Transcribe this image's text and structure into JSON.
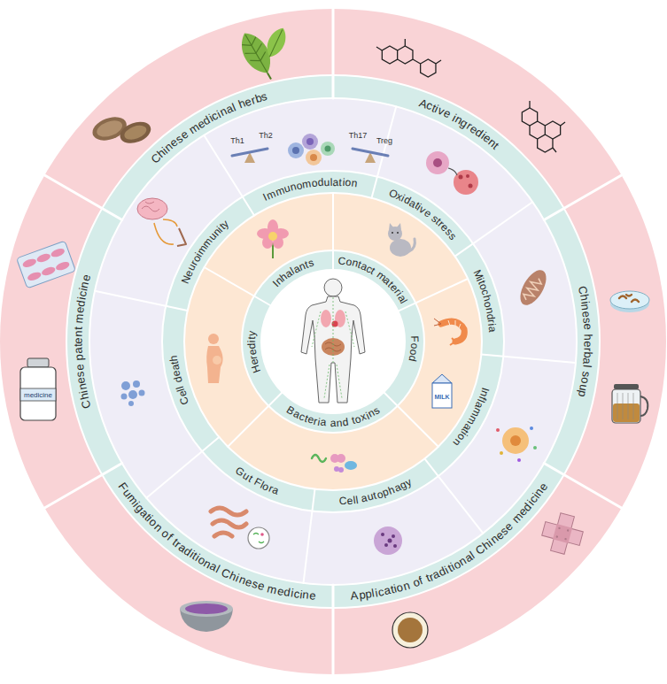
{
  "diagram": {
    "nodes": [
      {
        "text": [
          "Chinese medicinal herbs"
        ]
      },
      {
        "text": [
          "Active ingredient"
        ]
      },
      {
        "text": [
          "Chinese herbal soup"
        ]
      },
      {
        "text": [
          "Application of traditional Chinese medicine"
        ]
      },
      {
        "text": [
          "Fumigation of traditional Chinese medicine"
        ]
      },
      {
        "text": [
          "Chinese patent medicine"
        ]
      },
      {
        "text": [
          "Immunomodulation"
        ]
      },
      {
        "text": [
          "Oxidative stress"
        ]
      },
      {
        "text": [
          "Mitochondria"
        ]
      },
      {
        "text": [
          "Inflammation"
        ]
      },
      {
        "text": [
          "Cell autophagy"
        ]
      },
      {
        "text": [
          "Gut Flora"
        ]
      },
      {
        "text": [
          "Cell death"
        ]
      },
      {
        "text": [
          "Neuroimmunity"
        ]
      },
      {
        "text": [
          "Inhalants"
        ]
      },
      {
        "text": [
          "Contact material"
        ]
      },
      {
        "text": [
          "Food"
        ]
      },
      {
        "text": [
          "Bacteria and toxins"
        ]
      },
      {
        "text": [
          "Heredity"
        ]
      }
    ],
    "labels": [
      "Th1",
      "Th2",
      "Th17",
      "Treg",
      "medicine",
      "MILK"
    ]
  }
}
